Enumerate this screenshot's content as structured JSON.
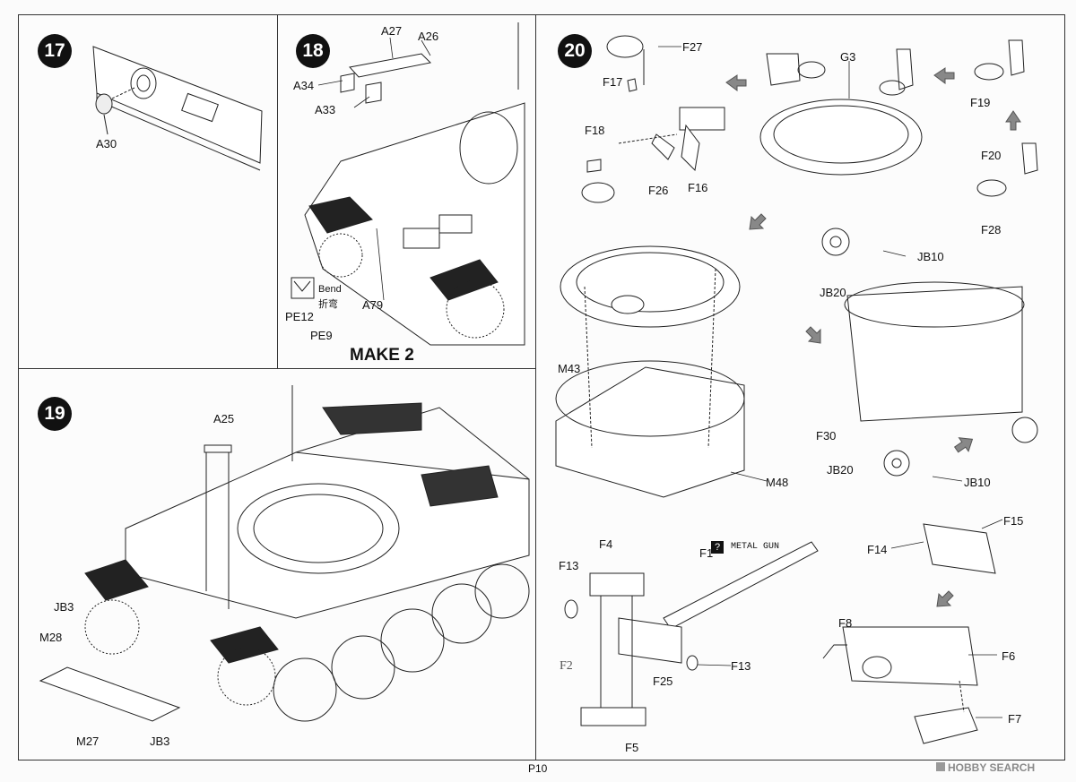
{
  "page_number": "P10",
  "watermark": "HOBBY SEARCH",
  "steps": {
    "s17": {
      "number": "17",
      "labels": {
        "a30": "A30"
      }
    },
    "s18": {
      "number": "18",
      "labels": {
        "a27": "A27",
        "a26": "A26",
        "a34": "A34",
        "a33": "A33",
        "a79": "A79",
        "bend_en": "Bend",
        "bend_cn": "折弯",
        "pe12": "PE12",
        "pe9": "PE9"
      },
      "note": "MAKE 2"
    },
    "s19": {
      "number": "19",
      "labels": {
        "a25": "A25",
        "jb3_top": "JB3",
        "m28": "M28",
        "m27": "M27",
        "jb3_bottom": "JB3"
      }
    },
    "s20": {
      "number": "20",
      "labels": {
        "f27": "F27",
        "f17": "F17",
        "g3": "G3",
        "f19": "F19",
        "f18": "F18",
        "f26": "F26",
        "f16": "F16",
        "f20": "F20",
        "f28": "F28",
        "jb10_top": "JB10",
        "jb20_top": "JB20",
        "m43": "M43",
        "f30": "F30",
        "m48": "M48",
        "jb20_bottom": "JB20",
        "jb10_bottom": "JB10",
        "f4": "F4",
        "f1": "F1",
        "metal_gun": "METAL GUN",
        "metal_gun_badge": "?",
        "f13_left": "F13",
        "f2": "F2",
        "f25": "F25",
        "f13_right": "F13",
        "f5": "F5",
        "f15": "F15",
        "f14": "F14",
        "f8": "F8",
        "f6": "F6",
        "f7": "F7"
      }
    }
  },
  "icons": [
    "bend-icon",
    "direction-arrow-icon"
  ]
}
